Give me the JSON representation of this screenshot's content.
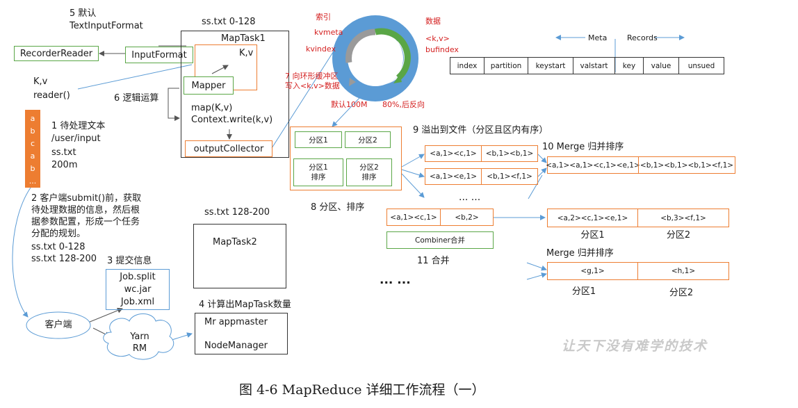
{
  "diagram": {
    "caption": "图 4-6    MapReduce 详细工作流程（一）",
    "watermark": "让天下没有难学的技术",
    "client": {
      "input_text_title": "1 待处理文本",
      "input_path": "/user/input",
      "input_file": "ss.txt",
      "input_size": "200m",
      "letters": [
        "a",
        "b",
        "c",
        "a",
        "b",
        "..."
      ],
      "submit_desc": "2 客户端submit()前，获取待处理数据的信息，然后根据参数配置，形成一个任务分配的规划。",
      "split1": "ss.txt  0-128",
      "split2": "ss.txt  128-200",
      "submit_title": "3 提交信息",
      "submit_files": [
        "Job.split",
        "wc.jar",
        "Job.xml"
      ],
      "client_label": "客户端",
      "yarn_label": "Yarn",
      "rm_label": "RM"
    },
    "maptask1": {
      "split_label": "ss.txt 0-128",
      "title": "MapTask1",
      "kv": "K,v",
      "mapper": "Mapper",
      "map_call": "map(K,v)",
      "context_write": "Context.write(k,v)",
      "output_collector": "outputCollector"
    },
    "maptask2": {
      "split_label": "ss.txt 128-200",
      "title": "MapTask2"
    },
    "appmaster": {
      "count_label": "4 计算出MapTask数量",
      "mr_appmaster": "Mr appmaster",
      "node_manager": "NodeManager"
    },
    "reader": {
      "default_label": "5 默认",
      "input_format_class": "TextInputFormat",
      "recorder_reader": "RecorderReader",
      "input_format": "InputFormat",
      "kv": "K,v",
      "reader_call": "reader()"
    },
    "logic_label": "6 逻辑运算",
    "ring_buffer": {
      "index": "索引",
      "kvmeta": "kvmeta",
      "kvindex": "kvindex",
      "data": "数据",
      "kv": "<k,v>",
      "bufindex": "bufindex",
      "write_desc_1": "7 向环形缓冲区",
      "write_desc_2": "写入<k,v>数据",
      "default_size": "默认100M",
      "spill_threshold": "80%,后反向"
    },
    "meta_table": {
      "meta_label": "Meta",
      "records_label": "Records",
      "meta_cols": [
        "index",
        "partition",
        "keystart",
        "valstart"
      ],
      "record_cols": [
        "key",
        "value",
        "unsued"
      ]
    },
    "partition_box": {
      "p1": "分区1",
      "p2": "分区2",
      "p1_sort_1": "分区1",
      "p1_sort_2": "排序",
      "p2_sort_1": "分区2",
      "p2_sort_2": "排序",
      "label": "8 分区、排序"
    },
    "spill": {
      "label": "9 溢出到文件（分区且区内有序）",
      "row1": [
        "<a,1><c,1>",
        "<b,1><b,1>"
      ],
      "row2": [
        "<a,1><e,1>",
        "<b,1><f,1>"
      ],
      "ellipsis": "...  ..."
    },
    "merge10": {
      "label": "10 Merge 归并排序",
      "cells": [
        "<a,1><a,1><c,1><e,1>",
        "<b,1><b,1><b,1><f,1>"
      ]
    },
    "combiner": {
      "cells": [
        "<a,1><c,1>",
        "<b,2>"
      ],
      "label": "Combiner合并",
      "step": "11 合并",
      "dots": "...  ..."
    },
    "combined": {
      "cells": [
        "<a,2><c,1><e,1>",
        "<b,3><f,1>"
      ],
      "p1": "分区1",
      "p2": "分区2"
    },
    "merge_final": {
      "label": "Merge 归并排序",
      "cells": [
        "<g,1>",
        "<h,1>"
      ],
      "p1": "分区1",
      "p2": "分区2"
    },
    "colors": {
      "orange": "#ed7d31",
      "green": "#5aa646",
      "blue": "#5b9bd5",
      "red": "#d42020"
    }
  }
}
